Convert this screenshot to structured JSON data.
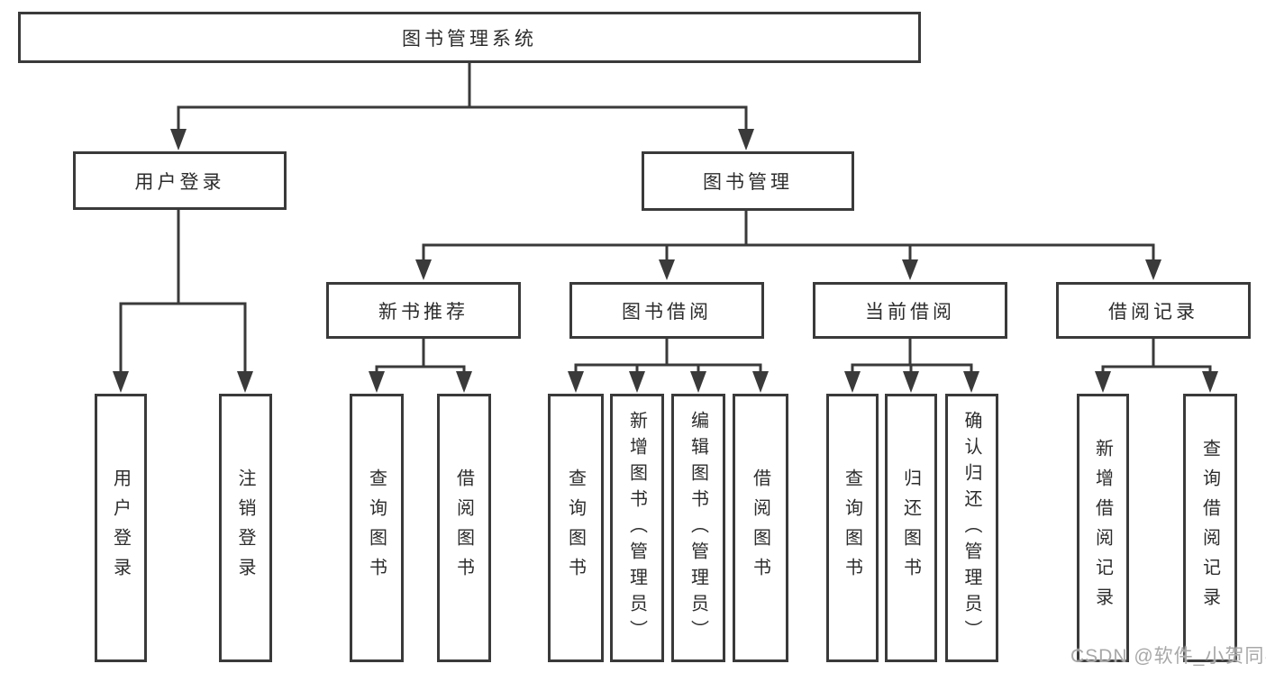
{
  "tree": {
    "root": {
      "label": "图书管理系统",
      "children": [
        {
          "label": "用户登录",
          "children": [
            {
              "label": "用户登录"
            },
            {
              "label": "注销登录"
            }
          ]
        },
        {
          "label": "图书管理",
          "children": [
            {
              "label": "新书推荐",
              "children": [
                {
                  "label": "查询图书"
                },
                {
                  "label": "借阅图书"
                }
              ]
            },
            {
              "label": "图书借阅",
              "children": [
                {
                  "label": "查询图书"
                },
                {
                  "label": "新增图书（管理员）"
                },
                {
                  "label": "编辑图书（管理员）"
                },
                {
                  "label": "借阅图书"
                }
              ]
            },
            {
              "label": "当前借阅",
              "children": [
                {
                  "label": "查询图书"
                },
                {
                  "label": "归还图书"
                },
                {
                  "label": "确认归还（管理员）"
                }
              ]
            },
            {
              "label": "借阅记录",
              "children": [
                {
                  "label": "新增借阅记录"
                },
                {
                  "label": "查询借阅记录"
                }
              ]
            }
          ]
        }
      ]
    }
  },
  "watermark": {
    "text": "CSDN @软件_小贺同学"
  },
  "colors": {
    "line": "#3a3a3a",
    "text": "#2c2c2c",
    "box_background": "#ffffff",
    "watermark": "#a8a8a8"
  }
}
